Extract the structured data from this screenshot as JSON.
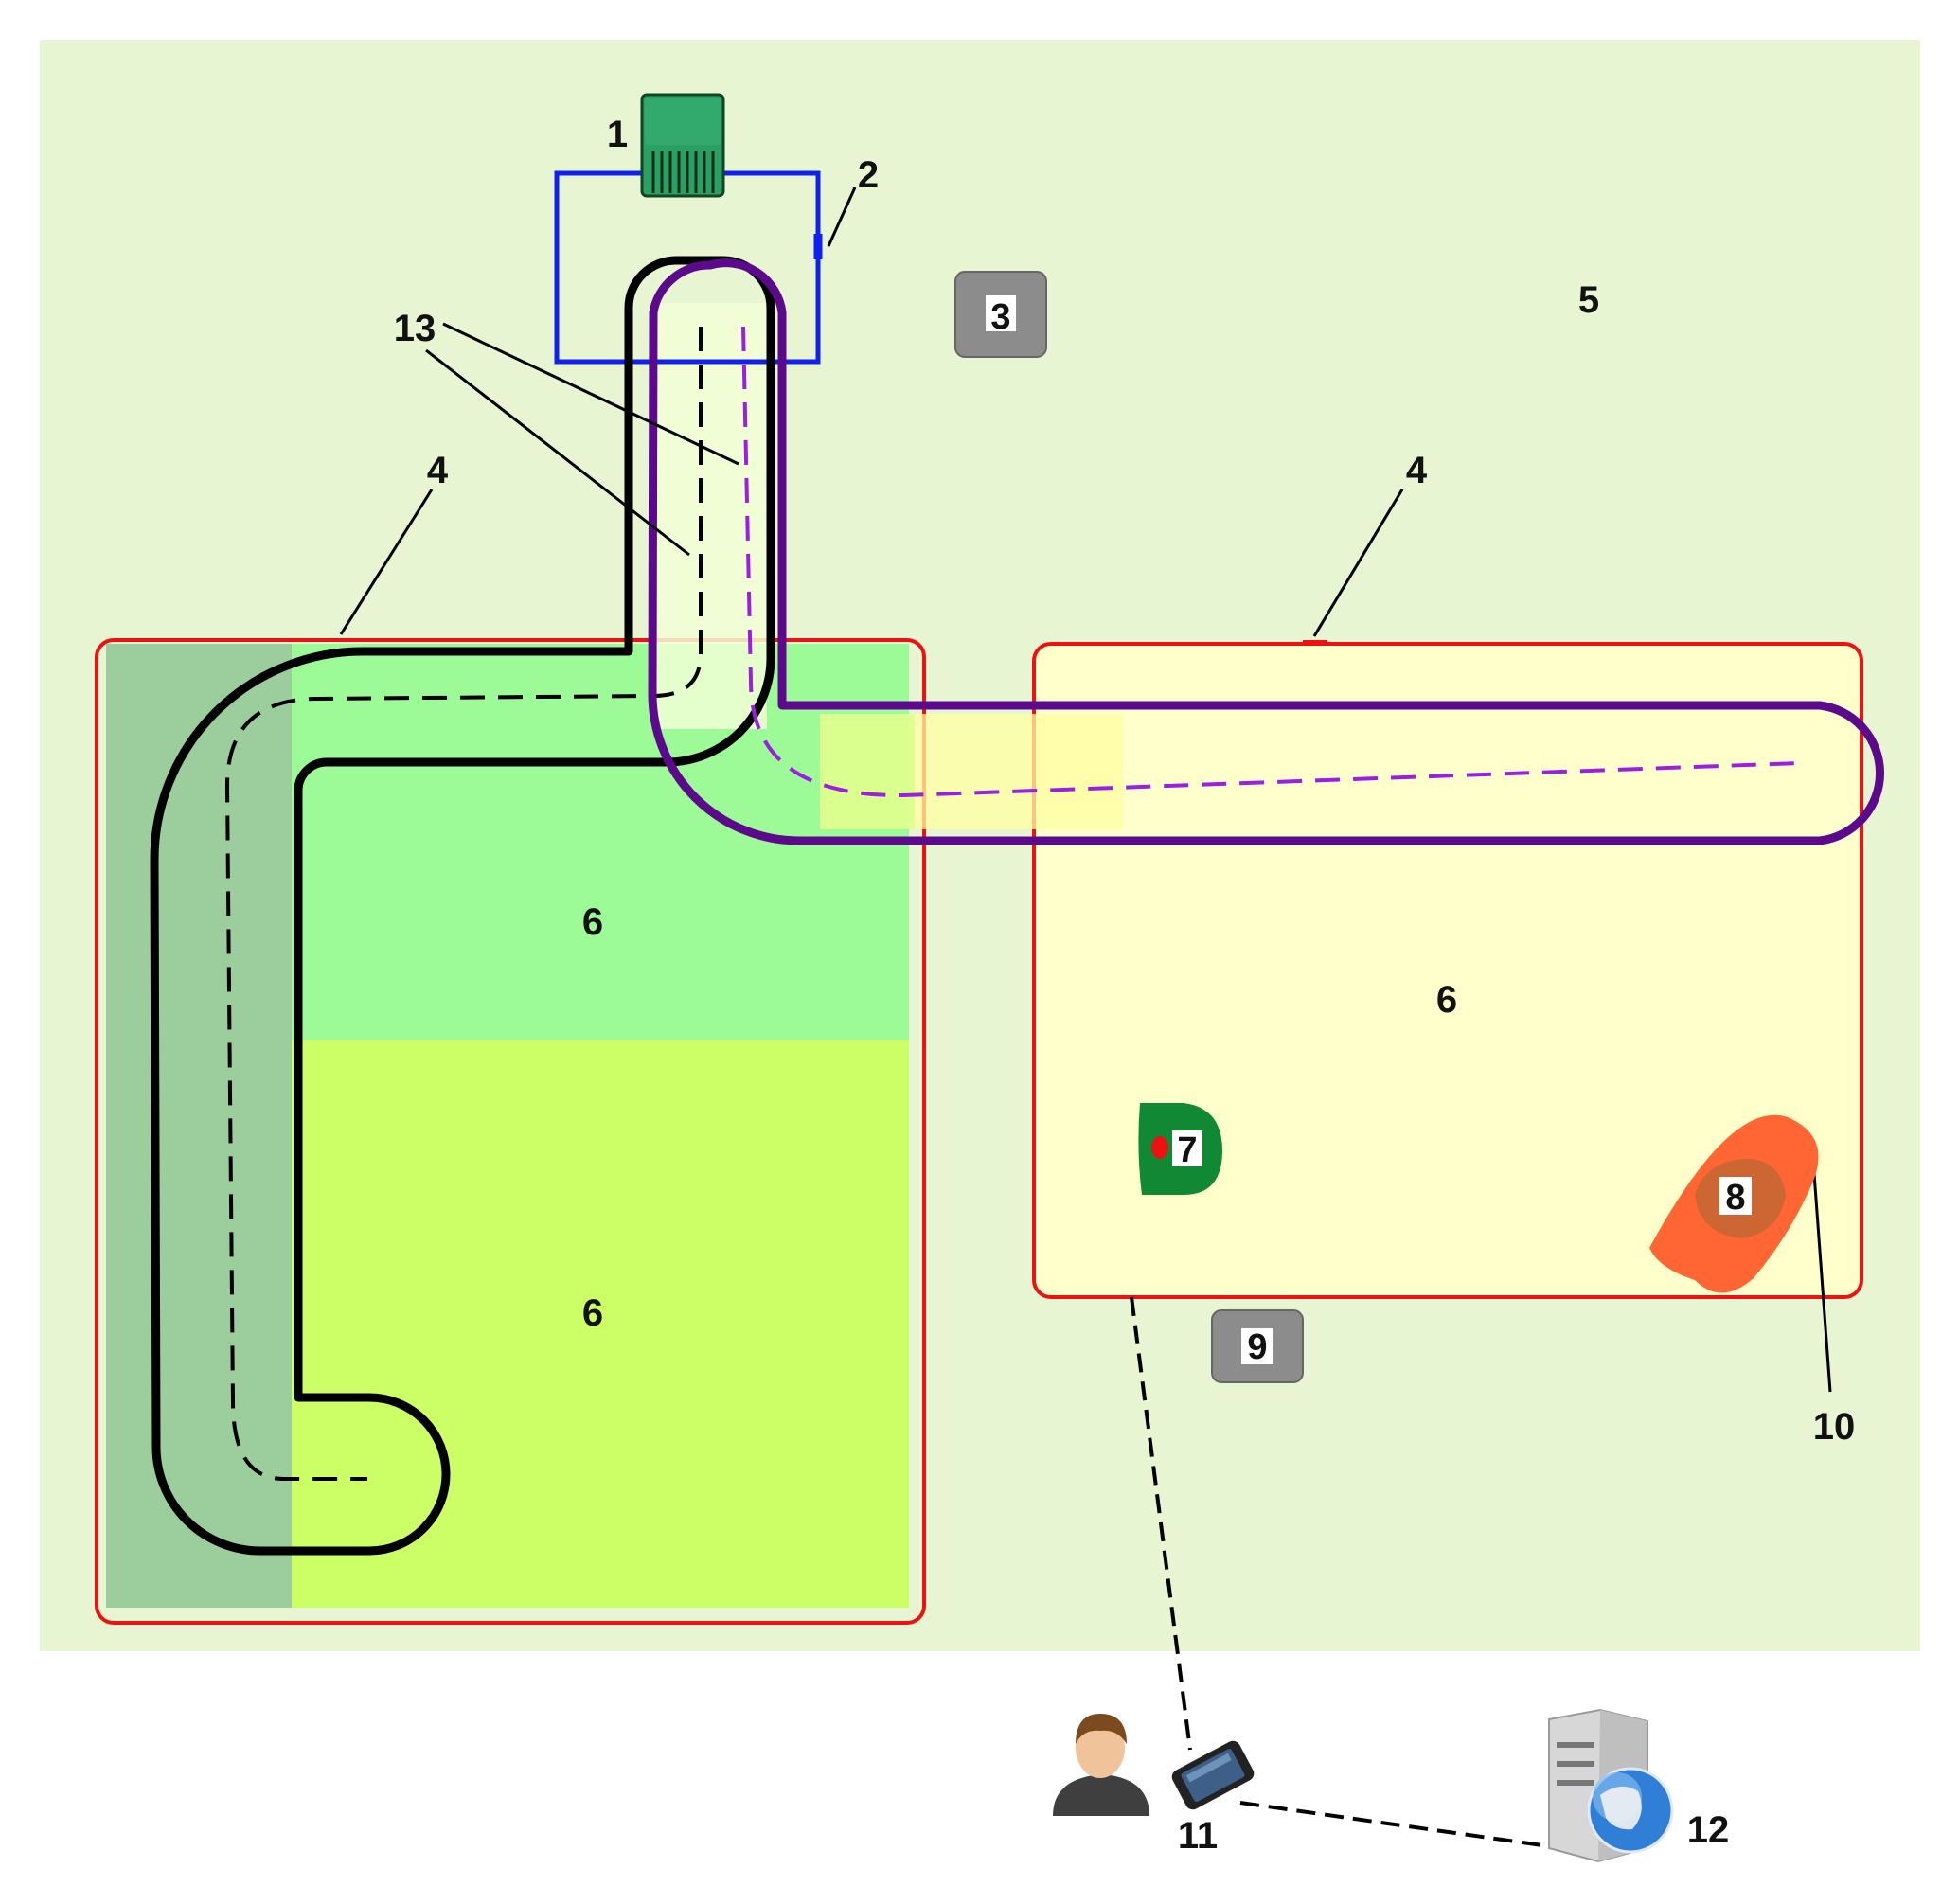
{
  "labels": {
    "l1": "1",
    "l2": "2",
    "l3": "3",
    "l4a": "4",
    "l4b": "4",
    "l5": "5",
    "l6a": "6",
    "l6b": "6",
    "l6c": "6",
    "l7": "7",
    "l8": "8",
    "l9": "9",
    "l10": "10",
    "l11": "11",
    "l12": "12",
    "l13": "13"
  },
  "colors": {
    "lawn_background": "#e8f5d2",
    "boundary": "#ee1111",
    "left_zone_top": "#9cfb96",
    "left_zone_bottom": "#ccff66",
    "left_strip": "#9ccd9c",
    "right_zone": "#ffffcc",
    "base_wire": "#1020ee",
    "path_black": "#000000",
    "path_purple": "#5b0a8c",
    "dashed_purple": "#9b1fe0",
    "robot": "#118833",
    "obstacle_outer": "#ff6633",
    "obstacle_inner": "#cc6633",
    "gray_box": "#8c8c8c"
  },
  "icons": [
    "base-station-icon",
    "robot-mower-icon",
    "user-icon",
    "smartphone-icon",
    "server-globe-icon"
  ]
}
